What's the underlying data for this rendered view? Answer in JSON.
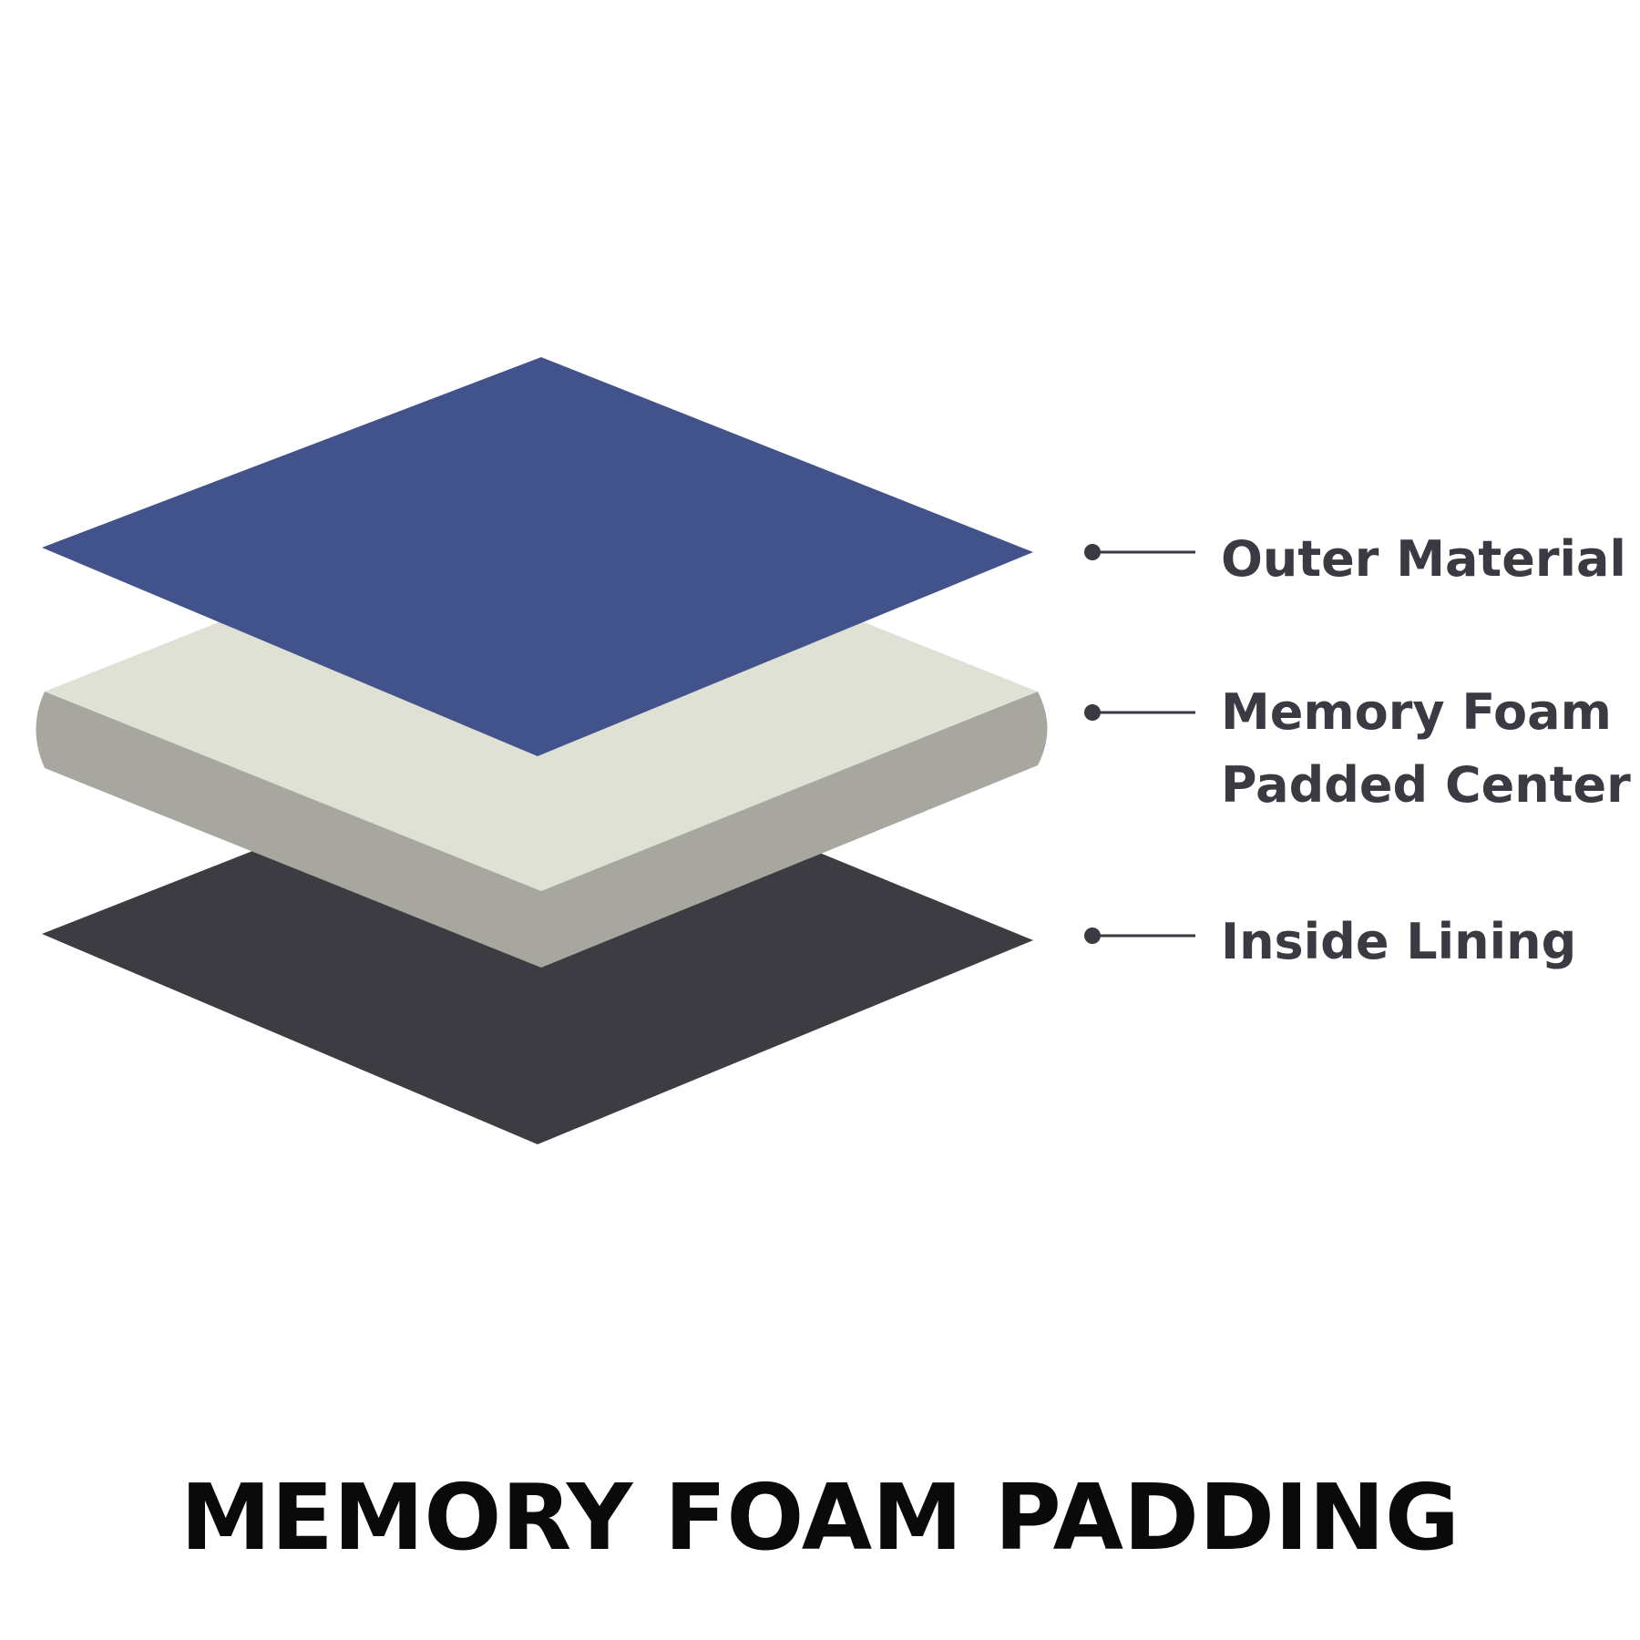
{
  "layers": [
    {
      "id": "outer",
      "label_lines": [
        "Outer Material"
      ],
      "color": "#42528B"
    },
    {
      "id": "foam",
      "label_lines": [
        "Memory Foam",
        "Padded Center"
      ],
      "top_color": "#E0E1D5",
      "side_color": "#A7A79F"
    },
    {
      "id": "lining",
      "label_lines": [
        "Inside Lining"
      ],
      "color": "#3D3C42"
    }
  ],
  "label_color": "#3A3A42",
  "title": "MEMORY FOAM PADDING",
  "title_color": "#0A0A0A"
}
